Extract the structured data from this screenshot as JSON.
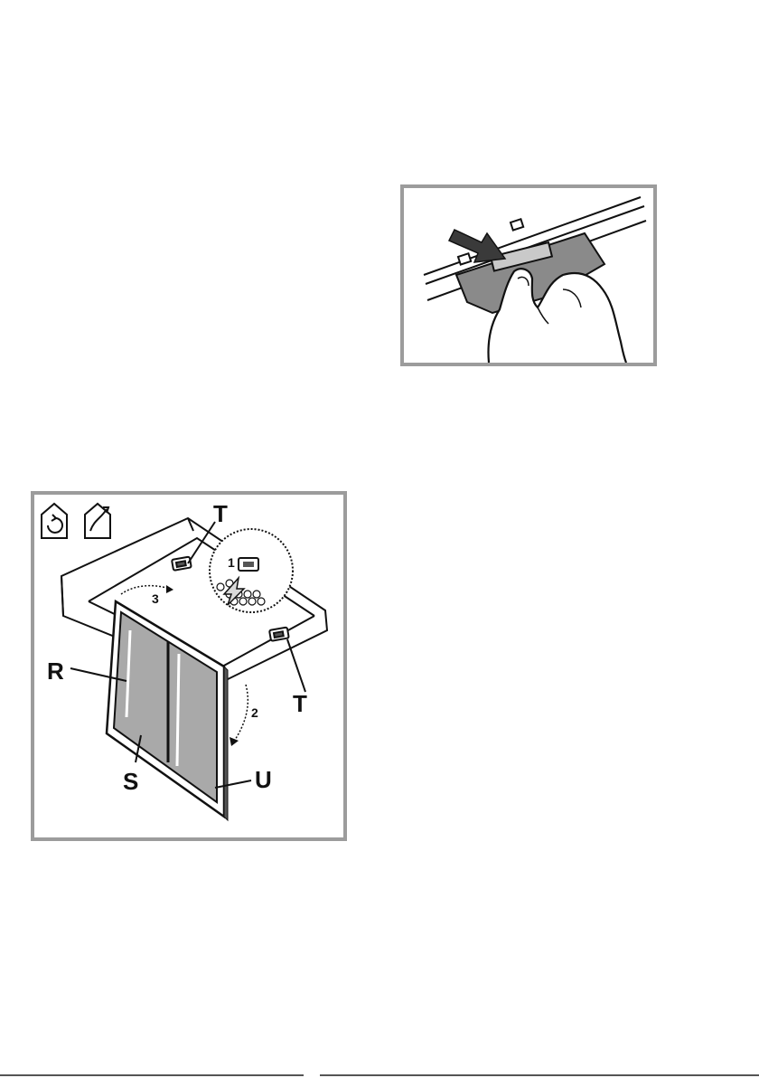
{
  "figure_main": {
    "labels": {
      "t_top": "T",
      "t_right": "T",
      "r": "R",
      "s": "S",
      "u": "U"
    },
    "steps": {
      "one": "1",
      "two": "2",
      "three": "3"
    },
    "icons": [
      "recirculation-mode-icon",
      "extraction-mode-icon"
    ]
  },
  "figure_top": {
    "icons": [
      "push-arrow-icon",
      "hand-icon"
    ]
  },
  "colors": {
    "frame": "#9c9c9c",
    "filter_mesh": "#a9a9a9",
    "slider_plate": "#8a8a8a",
    "arrow": "#3a3a3a"
  }
}
